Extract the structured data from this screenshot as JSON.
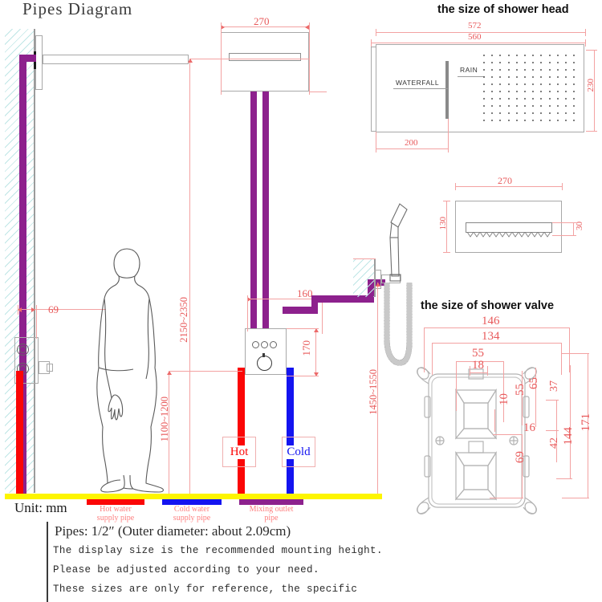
{
  "page": {
    "title": "Pipes Diagram",
    "unit_label": "Unit: mm"
  },
  "colors": {
    "hot": "#fb0606",
    "cold": "#1414f0",
    "mixing": "#8d218d",
    "dimension": "#e8595a",
    "floor": "#fdf500",
    "outline": "#9b9b9b"
  },
  "main_diagram": {
    "dimensions": {
      "overhead_width": "270",
      "wall_offset": "69",
      "valve_to_outlet": "160",
      "valve_height_offset": "170",
      "shower_head_height": "2150~2350",
      "valve_height": "1100~1200",
      "hand_shower_height": "1450~1550"
    },
    "labels": {
      "hot": "Hot",
      "cold": "Cold"
    }
  },
  "shower_head": {
    "heading": "the size of shower head",
    "dimensions": {
      "overall_width": "572",
      "panel_width": "560",
      "height": "230",
      "waterfall_width": "200"
    },
    "zones": {
      "waterfall": "WATERFALL",
      "rain": "RAIN"
    },
    "side_view": {
      "width": "270",
      "height": "130",
      "outlet_height": "30"
    }
  },
  "shower_valve": {
    "heading": "the size of shower valve",
    "dimensions": {
      "outer_width": "146",
      "inner_width": "134",
      "top_span": "55",
      "stem_width": "18",
      "mid_a": "55",
      "mid_b": "65",
      "small_10": "10",
      "small_16": "16",
      "right_37": "37",
      "right_42": "42",
      "right_144": "144",
      "right_171": "171",
      "lower_69": "69"
    }
  },
  "legend": [
    {
      "name": "hot-water-supply-pipe",
      "color": "#fb0606",
      "line1": "Hot water",
      "line2": "supply pipe"
    },
    {
      "name": "cold-water-supply-pipe",
      "color": "#1414f0",
      "line1": "Cold water",
      "line2": "supply pipe"
    },
    {
      "name": "mixing-outlet-pipe",
      "color": "#8d218d",
      "line1": "Mixing outlet",
      "line2": "pipe"
    }
  ],
  "notes": {
    "line1": "Pipes:      1/2″ (Outer diameter: about 2.09cm)",
    "line2": "The display size is the recommended mounting height.",
    "line3": "Please be adjusted according to your need.",
    "line4": "These sizes are only for reference, the specific"
  }
}
